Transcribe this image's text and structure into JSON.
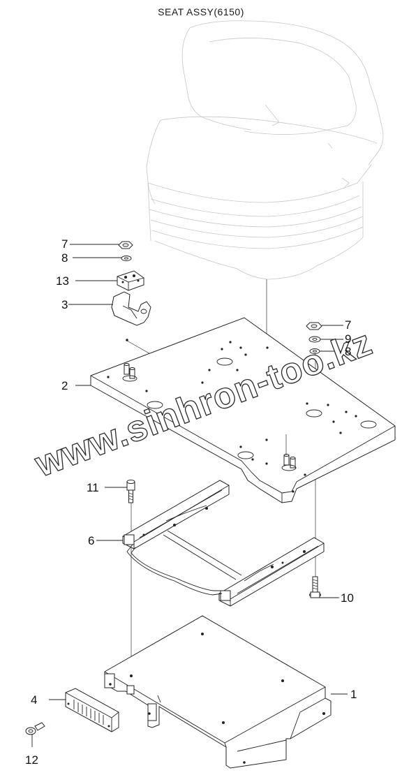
{
  "title": "SEAT ASSY(6150)",
  "watermark": "www.sinhron-too.kz",
  "callouts": [
    {
      "id": "7",
      "text": "7"
    },
    {
      "id": "8",
      "text": "8"
    },
    {
      "id": "13",
      "text": "13"
    },
    {
      "id": "3",
      "text": "3"
    },
    {
      "id": "7b",
      "text": "7"
    },
    {
      "id": "9",
      "text": "9"
    },
    {
      "id": "8b",
      "text": "8"
    },
    {
      "id": "2",
      "text": "2"
    },
    {
      "id": "11",
      "text": "11"
    },
    {
      "id": "6",
      "text": "6"
    },
    {
      "id": "10",
      "text": "10"
    },
    {
      "id": "1",
      "text": "1"
    },
    {
      "id": "4",
      "text": "4"
    },
    {
      "id": "12",
      "text": "12"
    }
  ]
}
